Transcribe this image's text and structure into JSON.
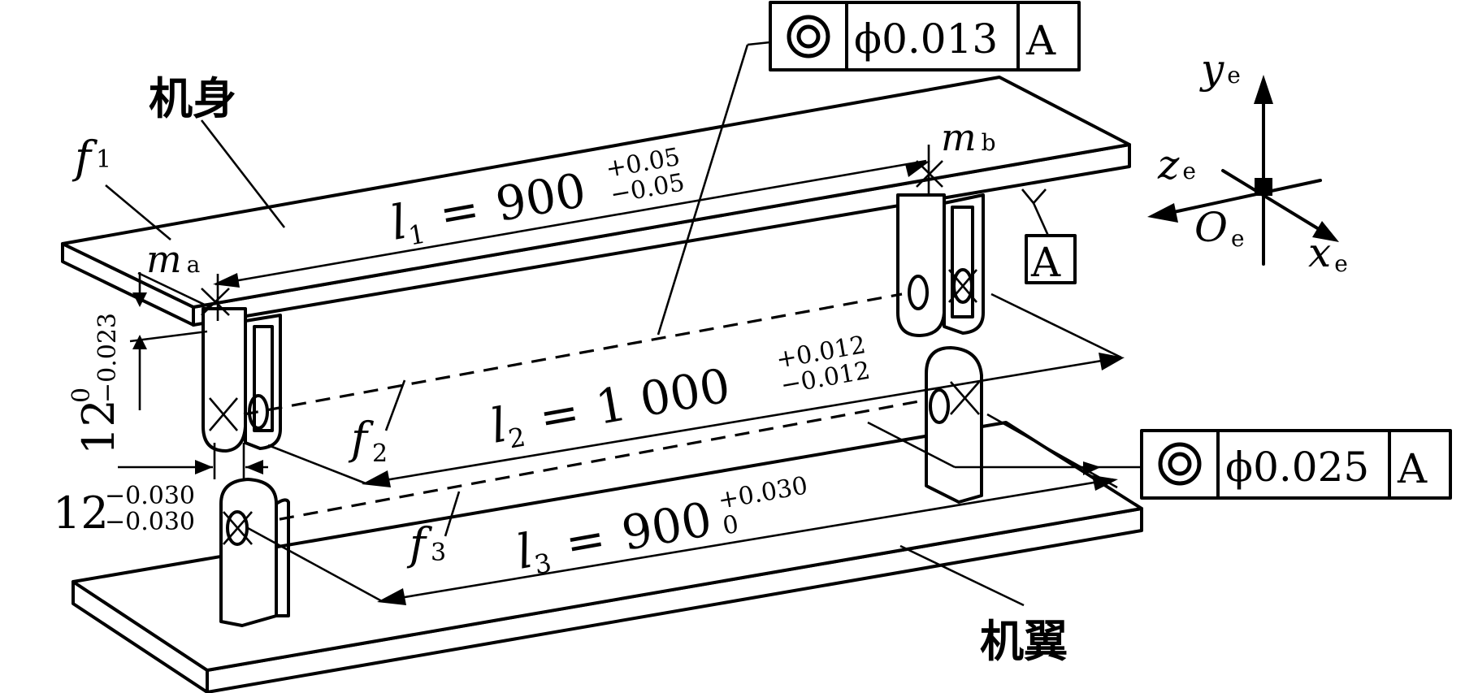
{
  "labels": {
    "fuselage": "机身",
    "wing": "机翼",
    "f1": "f",
    "f1_sub": "1",
    "f2": "f",
    "f2_sub": "2",
    "f3": "f",
    "f3_sub": "3",
    "ma": "m",
    "ma_sub": "a",
    "mb": "m",
    "mb_sub": "b"
  },
  "dimensions": {
    "l1": {
      "symbol": "l",
      "sub": "1",
      "eq": "=",
      "nominal": "900",
      "upper": "+0.05",
      "lower": "−0.05"
    },
    "l2": {
      "symbol": "l",
      "sub": "2",
      "eq": "=",
      "nominal": "1 000",
      "upper": "+0.012",
      "lower": "−0.012"
    },
    "l3": {
      "symbol": "l",
      "sub": "3",
      "eq": "=",
      "nominal": "900",
      "upper": "+0.030",
      "lower": "0"
    },
    "thickness": {
      "nominal": "12",
      "upper": "0",
      "lower": "−0.023"
    },
    "lug_width": {
      "nominal": "12",
      "upper": "−0.030",
      "lower": "−0.030"
    }
  },
  "tolerance_frames": {
    "top": {
      "symbol": "concentricity",
      "value": "ϕ0.013",
      "datum": "A"
    },
    "right": {
      "symbol": "concentricity",
      "value": "ϕ0.025",
      "datum": "A"
    },
    "datum_label": "A"
  },
  "axes": {
    "y": "y",
    "y_sub": "e",
    "z": "z",
    "z_sub": "e",
    "x": "x",
    "x_sub": "e",
    "o": "O",
    "o_sub": "e"
  }
}
